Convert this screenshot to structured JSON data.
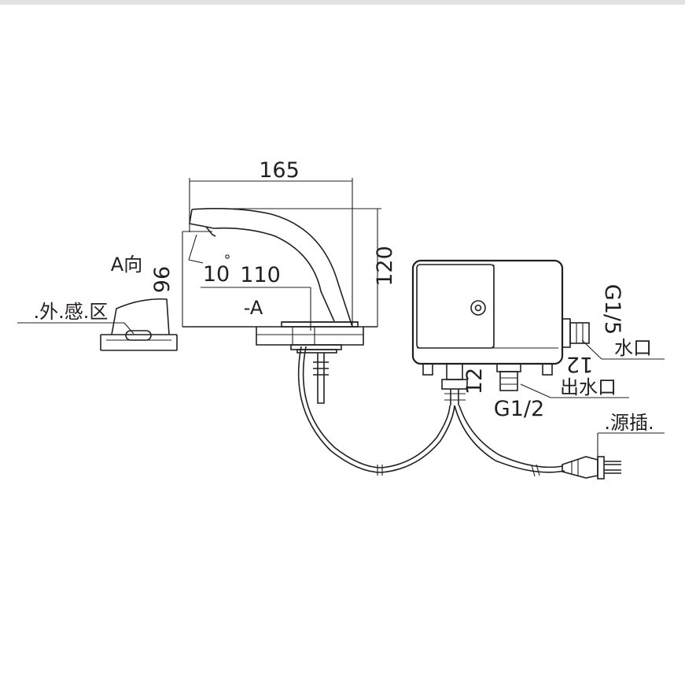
{
  "labels": {
    "dim_165": "165",
    "dim_120": "120",
    "dim_96": "96",
    "dim_10": "10",
    "dim_110": "110",
    "view_a": "A向",
    "section_a": "-A",
    "sensing_zone": ".外.感.区",
    "thread_g15": "G1/5",
    "inlet": "水口",
    "dim_12_right": "12",
    "dim_12_bottom": "12",
    "outlet": "出水口",
    "thread_g12": "G1/2",
    "power_plug": ".源插."
  }
}
